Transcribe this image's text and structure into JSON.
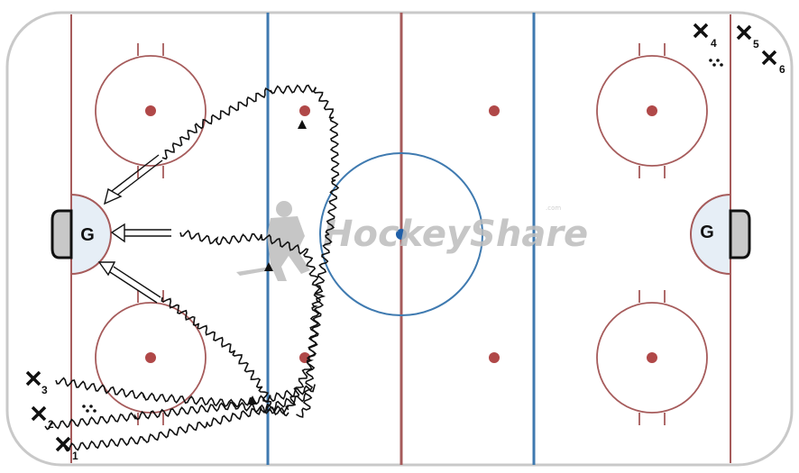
{
  "diagram": {
    "colors": {
      "rink_border": "#c9c9c9",
      "red_line": "#a65b5b",
      "blue_line": "#3f7ab0",
      "crease_fill": "#e6eef6",
      "goal_fill": "#c8c8c8",
      "ink": "#111111"
    },
    "goalies": [
      {
        "id": "left-goalie",
        "label": "G"
      },
      {
        "id": "right-goalie",
        "label": "G"
      }
    ],
    "players": [
      {
        "id": "player-1",
        "label": "1"
      },
      {
        "id": "player-2",
        "label": "2"
      },
      {
        "id": "player-3",
        "label": "3"
      },
      {
        "id": "player-4",
        "label": "4"
      },
      {
        "id": "player-5",
        "label": "5"
      },
      {
        "id": "player-6",
        "label": "6"
      }
    ],
    "watermark": {
      "text": "HockeyShare",
      "suffix": ".com"
    }
  }
}
